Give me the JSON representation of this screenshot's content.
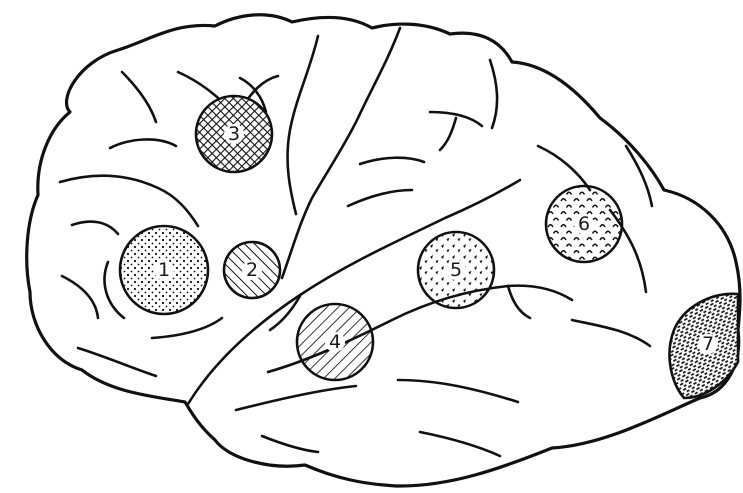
{
  "regions": [
    {
      "label": "1",
      "texture": "dots"
    },
    {
      "label": "2",
      "texture": "diagonal-hatch"
    },
    {
      "label": "3",
      "texture": "crosshatch"
    },
    {
      "label": "4",
      "texture": "back-diagonal-hatch"
    },
    {
      "label": "5",
      "texture": "triangles"
    },
    {
      "label": "6",
      "texture": "arcs"
    },
    {
      "label": "7",
      "texture": "dense-dashes"
    }
  ]
}
